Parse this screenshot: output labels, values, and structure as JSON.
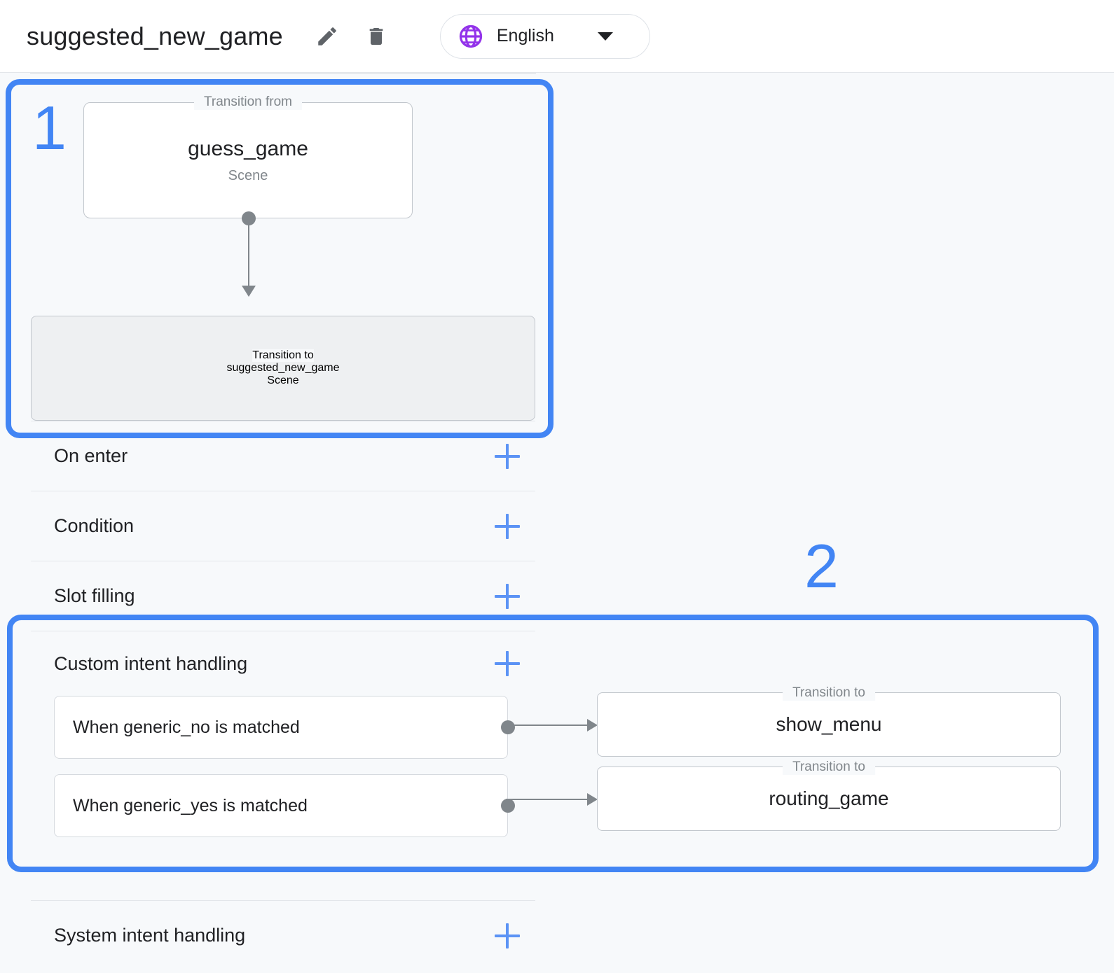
{
  "header": {
    "title": "suggested_new_game",
    "edit_icon": "pencil-icon",
    "delete_icon": "trash-icon",
    "language": {
      "icon": "globe-icon",
      "label": "English",
      "icon_color": "#9333ea"
    }
  },
  "accent_color": "#4285f4",
  "transition_from": {
    "legend": "Transition from",
    "name": "guess_game",
    "type": "Scene"
  },
  "transition_to_current": {
    "legend": "Transition to",
    "name": "suggested_new_game",
    "type": "Scene"
  },
  "rows": [
    {
      "label": "On enter",
      "add": "+"
    },
    {
      "label": "Condition",
      "add": "+"
    },
    {
      "label": "Slot filling",
      "add": "+"
    }
  ],
  "custom_intent_handling": {
    "label": "Custom intent handling",
    "add": "+",
    "items": [
      {
        "label": "When generic_no is matched"
      },
      {
        "label": "When generic_yes is matched"
      }
    ]
  },
  "system_intent_handling": {
    "label": "System intent handling",
    "add": "+"
  },
  "transition_targets": [
    {
      "legend": "Transition to",
      "name": "show_menu"
    },
    {
      "legend": "Transition to",
      "name": "routing_game"
    }
  ],
  "annotations": [
    {
      "number": "1"
    },
    {
      "number": "2"
    }
  ]
}
